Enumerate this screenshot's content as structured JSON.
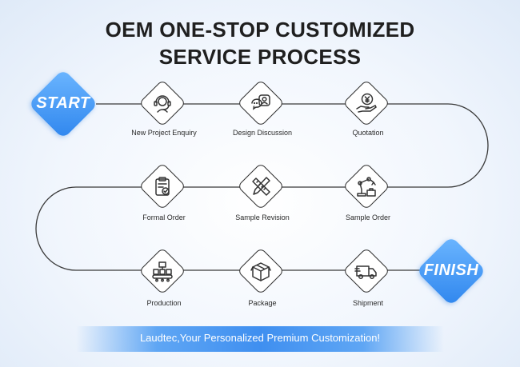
{
  "title": {
    "line1": "OEM ONE-STOP CUSTOMIZED",
    "line2": "SERVICE PROCESS"
  },
  "start_label": "START",
  "finish_label": "FINISH",
  "steps": [
    {
      "label": "New Project Enquiry",
      "icon": "headset-icon"
    },
    {
      "label": "Design Discussion",
      "icon": "chat-person-icon"
    },
    {
      "label": "Quotation",
      "icon": "yen-hand-icon"
    },
    {
      "label": "Formal Order",
      "icon": "clipboard-check-icon"
    },
    {
      "label": "Sample Revision",
      "icon": "pencil-ruler-icon"
    },
    {
      "label": "Sample Order",
      "icon": "robot-arm-icon"
    },
    {
      "label": "Production",
      "icon": "assembly-line-icon"
    },
    {
      "label": "Package",
      "icon": "box-check-icon"
    },
    {
      "label": "Shipment",
      "icon": "truck-icon"
    }
  ],
  "tagline": "Laudtec,Your Personalized Premium Customization!",
  "colors": {
    "accent": "#3f8ff0",
    "line": "#2f2f2f",
    "icon": "#333333"
  }
}
